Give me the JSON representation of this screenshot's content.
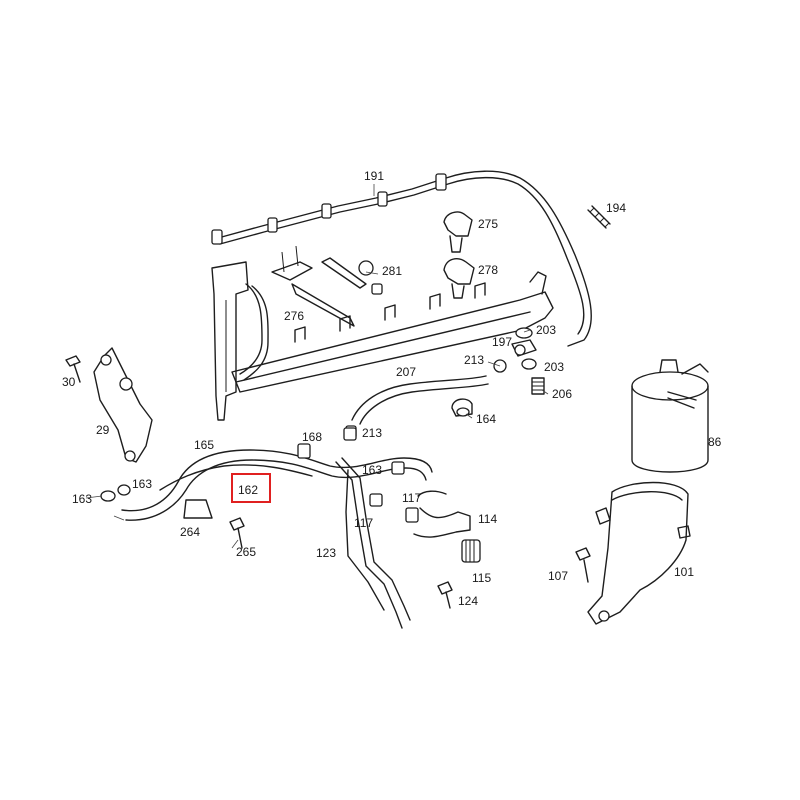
{
  "diagram": {
    "highlighted_part": "162",
    "highlight_color": "#e02020",
    "line_color": "#1e1e1e",
    "callouts": [
      {
        "key": "p191",
        "label": "191"
      },
      {
        "key": "p194",
        "label": "194"
      },
      {
        "key": "p275",
        "label": "275"
      },
      {
        "key": "p281",
        "label": "281"
      },
      {
        "key": "p278",
        "label": "278"
      },
      {
        "key": "p276",
        "label": "276"
      },
      {
        "key": "p203a",
        "label": "203"
      },
      {
        "key": "p197",
        "label": "197"
      },
      {
        "key": "p213a",
        "label": "213"
      },
      {
        "key": "p203b",
        "label": "203"
      },
      {
        "key": "p207",
        "label": "207"
      },
      {
        "key": "p206",
        "label": "206"
      },
      {
        "key": "p164",
        "label": "164"
      },
      {
        "key": "p30",
        "label": "30"
      },
      {
        "key": "p29",
        "label": "29"
      },
      {
        "key": "p165",
        "label": "165"
      },
      {
        "key": "p168",
        "label": "168"
      },
      {
        "key": "p213b",
        "label": "213"
      },
      {
        "key": "p86",
        "label": "86"
      },
      {
        "key": "p163a",
        "label": "163"
      },
      {
        "key": "p163b",
        "label": "163"
      },
      {
        "key": "p163c",
        "label": "163"
      },
      {
        "key": "p162",
        "label": "162"
      },
      {
        "key": "p117a",
        "label": "117"
      },
      {
        "key": "p117b",
        "label": "117"
      },
      {
        "key": "p114",
        "label": "114"
      },
      {
        "key": "p264",
        "label": "264"
      },
      {
        "key": "p265",
        "label": "265"
      },
      {
        "key": "p123",
        "label": "123"
      },
      {
        "key": "p115",
        "label": "115"
      },
      {
        "key": "p107",
        "label": "107"
      },
      {
        "key": "p101",
        "label": "101"
      },
      {
        "key": "p124",
        "label": "124"
      }
    ]
  }
}
